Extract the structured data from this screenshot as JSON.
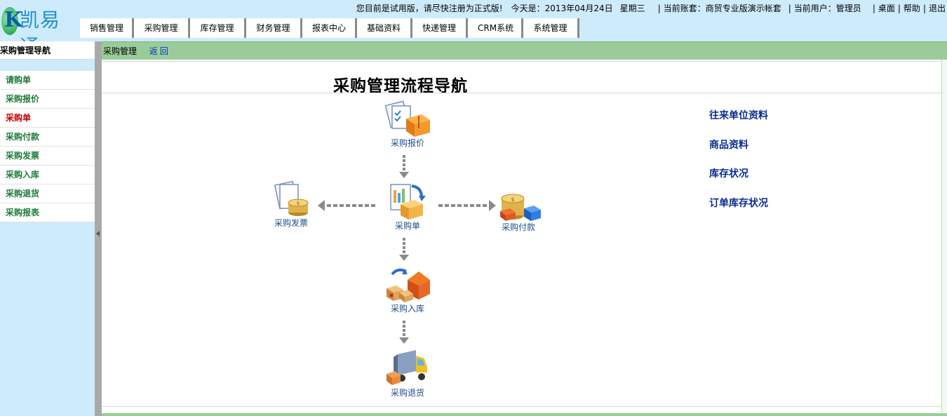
{
  "header": {
    "logo_letter": "K",
    "logo_text": "凯易通",
    "trial_notice": "您目前是试用版，请尽快注册为正式版!",
    "today_label": "今天是：2013年04月24日",
    "weekday": "星期三",
    "account_label": "当前账套：商贸专业版演示帐套",
    "user_label": "当前用户：管理员",
    "desktop_link": "桌面",
    "help_link": "帮助",
    "logout_link": "退出",
    "separator": "|"
  },
  "topnav": {
    "tabs": [
      {
        "label": "销售管理"
      },
      {
        "label": "采购管理"
      },
      {
        "label": "库存管理"
      },
      {
        "label": "财务管理"
      },
      {
        "label": "报表中心"
      },
      {
        "label": "基础资料"
      },
      {
        "label": "快递管理"
      },
      {
        "label": "CRM系统"
      },
      {
        "label": "系统管理"
      }
    ]
  },
  "sidebar": {
    "title": "采购管理导航",
    "items": [
      {
        "label": "请购单",
        "active": false
      },
      {
        "label": "采购报价",
        "active": false
      },
      {
        "label": "采购单",
        "active": true
      },
      {
        "label": "采购付款",
        "active": false
      },
      {
        "label": "采购发票",
        "active": false
      },
      {
        "label": "采购入库",
        "active": false
      },
      {
        "label": "采购退货",
        "active": false
      },
      {
        "label": "采购报表",
        "active": false
      }
    ]
  },
  "main": {
    "breadcrumb": "采购管理",
    "back_link": "返回",
    "flow_title": "采购管理流程导航",
    "nodes": {
      "quote": {
        "label": "采购报价",
        "icon": "quote-documents-icon"
      },
      "invoice": {
        "label": "采购发票",
        "icon": "invoice-coins-icon"
      },
      "order": {
        "label": "采购单",
        "icon": "order-document-icon"
      },
      "payment": {
        "label": "采购付款",
        "icon": "payment-coins-icon"
      },
      "stockin": {
        "label": "采购入库",
        "icon": "warehouse-boxes-icon"
      },
      "return": {
        "label": "采购退货",
        "icon": "delivery-truck-icon"
      }
    },
    "quick_links": [
      {
        "label": "往来单位资料"
      },
      {
        "label": "商品资料"
      },
      {
        "label": "库存状况"
      },
      {
        "label": "订单库存状况"
      }
    ]
  },
  "colors": {
    "header_bg": "#cdebfb",
    "crumb_bar": "#99cc99",
    "active_item": "#c00000",
    "item_text": "#1f7a3a",
    "link_blue": "#0a2c8f"
  }
}
